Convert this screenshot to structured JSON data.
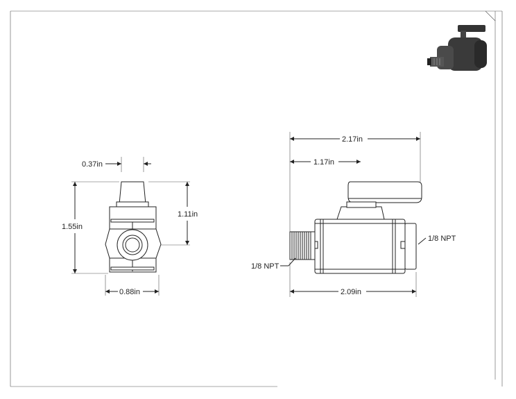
{
  "dimensions": {
    "stem_width": "0.37in",
    "total_height": "1.55in",
    "body_height": "1.11in",
    "body_width": "0.88in",
    "overall_length": "2.17in",
    "center_offset": "1.17in",
    "body_length": "2.09in",
    "left_port": "1/8 NPT",
    "right_port": "1/8 NPT"
  },
  "icons": {
    "isometric_view": "ball-valve-3d-render",
    "end_view": "valve-end-view",
    "side_view": "valve-side-view"
  }
}
